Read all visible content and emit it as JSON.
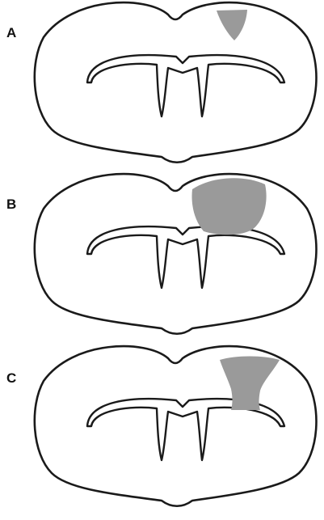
{
  "figure": {
    "panels": [
      {
        "label": "A",
        "lesion": "small"
      },
      {
        "label": "B",
        "lesion": "large"
      },
      {
        "label": "C",
        "lesion": "hourglass"
      }
    ],
    "colors": {
      "outline": "#1a1a1a",
      "lesion": "#9a9a9a",
      "background": "#ffffff"
    }
  }
}
